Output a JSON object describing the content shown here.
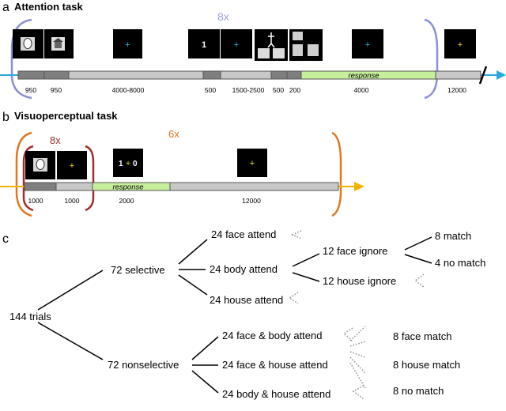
{
  "panel_a": {
    "letter": "a",
    "title": "Attention task",
    "repeat": "8x",
    "response": "response",
    "durations": [
      "950",
      "950",
      "4000-8000",
      "500",
      "1500-2500",
      "500",
      "200",
      "4000",
      "12000"
    ],
    "digit": "1",
    "fixation": "+"
  },
  "panel_b": {
    "letter": "b",
    "title": "Visuoperceptual task",
    "inner_repeat": "8x",
    "outer_repeat": "6x",
    "response": "response",
    "durations": [
      "1000",
      "1000",
      "2000",
      "12000"
    ],
    "stimulus_left": "1",
    "stimulus_right": "0",
    "fixation": "+"
  },
  "panel_c": {
    "letter": "c",
    "root": "144 trials",
    "selective": {
      "label": "72 selective",
      "children": [
        "24 face attend",
        "24 body attend",
        "24 house attend"
      ],
      "body_children": [
        "12 face ignore",
        "12 house ignore"
      ],
      "face_ignore_children": [
        "8 match",
        "4 no match"
      ]
    },
    "nonselective": {
      "label": "72 nonselective",
      "children": [
        "24 face & body attend",
        "24 face & house attend",
        "24 body & house attend"
      ],
      "outcomes": [
        "8 face match",
        "8 house match",
        "8 no match"
      ]
    }
  },
  "colors": {
    "arrow_blue": "#2aa8e0",
    "bracket_blue": "#8b8fd3",
    "repeat_blue": "#9a9fd8",
    "arrow_yellow": "#f0b400",
    "bracket_red": "#a0302c",
    "bracket_orange": "#e07820",
    "response_green": "#c6ef9c",
    "bar_dark": "#7f7f7f",
    "bar_light": "#c8c8c8",
    "cross_cyan": "#31b8e8",
    "cross_yellow": "#f4e13a"
  }
}
